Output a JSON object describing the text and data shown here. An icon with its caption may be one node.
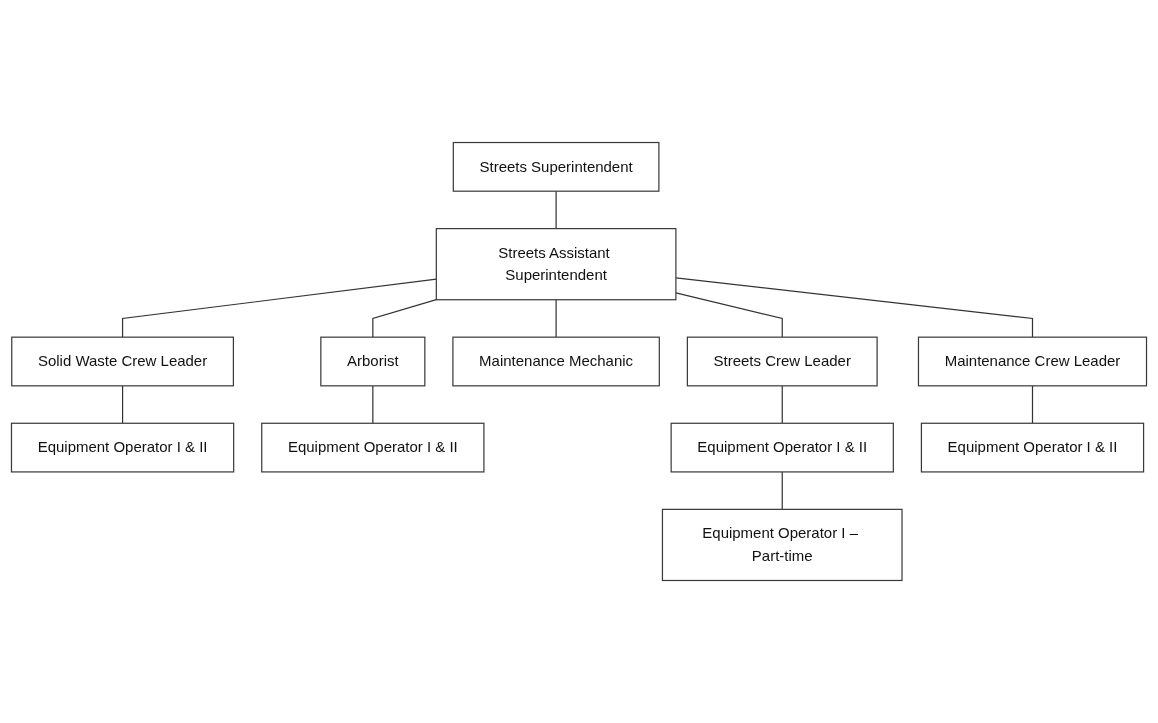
{
  "diagram": {
    "nodes": [
      {
        "text": [
          "Streets Superintendent"
        ]
      },
      {
        "text": [
          "Streets Assistant Superintendent"
        ]
      },
      {
        "text": [
          "Solid Waste Crew Leader"
        ]
      },
      {
        "text": [
          "Arborist"
        ]
      },
      {
        "text": [
          "Maintenance Mechanic"
        ]
      },
      {
        "text": [
          "Streets Crew Leader"
        ]
      },
      {
        "text": [
          "Maintenance Crew Leader"
        ]
      },
      {
        "text": [
          "Equipment Operator I & II"
        ]
      },
      {
        "text": [
          "Equipment Operator I & II"
        ]
      },
      {
        "text": [
          "Equipment Operator I & II"
        ]
      },
      {
        "text": [
          "Equipment Operator I & II"
        ]
      },
      {
        "text": [
          "Equipment Operator I – Part-time"
        ]
      }
    ],
    "edges": [
      {
        "from": 0,
        "to": 1,
        "arrow": "none"
      },
      {
        "from": 1,
        "to": 2,
        "arrow": "none"
      },
      {
        "from": 1,
        "to": 3,
        "arrow": "none"
      },
      {
        "from": 1,
        "to": 4,
        "arrow": "none"
      },
      {
        "from": 1,
        "to": 5,
        "arrow": "none"
      },
      {
        "from": 1,
        "to": 6,
        "arrow": "none"
      },
      {
        "from": 2,
        "to": 7,
        "arrow": "none"
      },
      {
        "from": 3,
        "to": 8,
        "arrow": "none"
      },
      {
        "from": 5,
        "to": 9,
        "arrow": "none"
      },
      {
        "from": 6,
        "to": 10,
        "arrow": "none"
      },
      {
        "from": 9,
        "to": 11,
        "arrow": "none"
      }
    ]
  }
}
